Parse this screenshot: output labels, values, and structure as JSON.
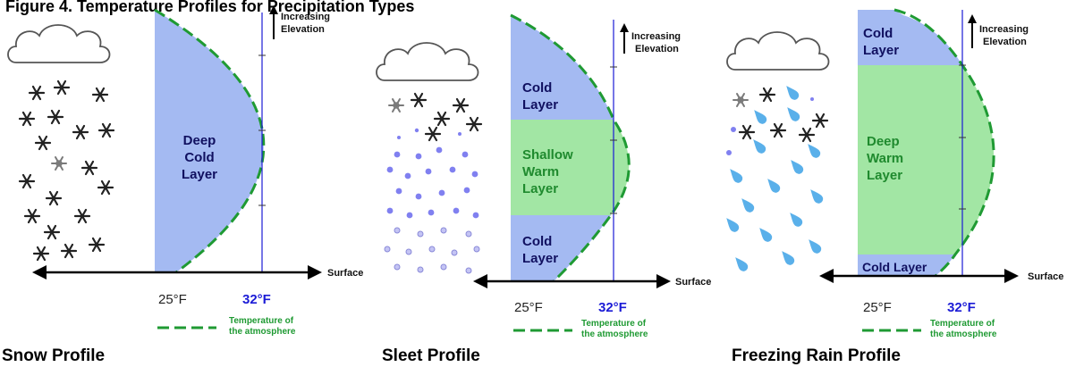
{
  "title": "Figure 4.  Temperature Profiles for Precipitation Types",
  "common": {
    "increasing": "Increasing",
    "elevation": "Elevation",
    "surface": "Surface",
    "temp_25": "25°F",
    "temp_32": "32°F",
    "legend_line1": "Temperature of",
    "legend_line2": "the atmosphere"
  },
  "colors": {
    "cold_layer": "#a4baf2",
    "warm_layer": "#a2e6a4",
    "temperature_line": "#1f9a33",
    "freezing_line": "#1b1bd6",
    "label_text": "#101060",
    "legend_text": "#1f9a33",
    "freezing_text": "#1b1bd6"
  },
  "panels": [
    {
      "name": "snow",
      "profile_label": "Snow Profile",
      "layers": [
        {
          "kind": "cold",
          "lines": [
            "Deep",
            "Cold",
            "Layer"
          ]
        }
      ],
      "precipitation": "snow"
    },
    {
      "name": "sleet",
      "profile_label": "Sleet Profile",
      "layers": [
        {
          "kind": "cold",
          "lines": [
            "Cold",
            "Layer"
          ]
        },
        {
          "kind": "warm",
          "lines": [
            "Shallow",
            "Warm",
            "Layer"
          ]
        },
        {
          "kind": "cold",
          "lines": [
            "Cold",
            "Layer"
          ]
        }
      ],
      "precipitation": "sleet"
    },
    {
      "name": "freezing-rain",
      "profile_label": "Freezing Rain Profile",
      "layers": [
        {
          "kind": "cold",
          "lines": [
            "Cold",
            "Layer"
          ]
        },
        {
          "kind": "warm",
          "lines": [
            "Deep",
            "Warm",
            "Layer"
          ]
        },
        {
          "kind": "cold",
          "lines": [
            "Cold Layer"
          ]
        }
      ],
      "precipitation": "rain"
    }
  ]
}
